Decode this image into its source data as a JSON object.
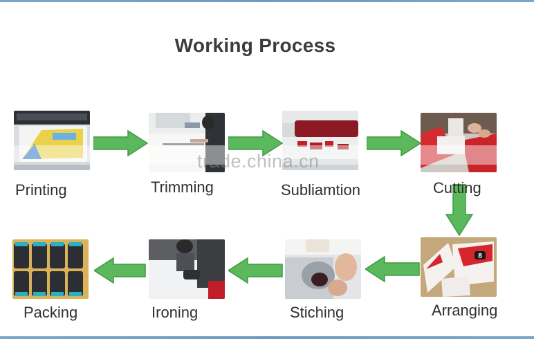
{
  "title": "Working Process",
  "watermark": "trade.china.cn",
  "steps": [
    {
      "label": "Printing"
    },
    {
      "label": "Trimming"
    },
    {
      "label": "Subliamtion"
    },
    {
      "label": "Cutting"
    },
    {
      "label": "Arranging"
    },
    {
      "label": "Stiching"
    },
    {
      "label": "Ironing"
    },
    {
      "label": "Packing"
    }
  ],
  "colors": {
    "arrow": "#5cb85c",
    "arrow_dark": "#3f9b3f",
    "rule": "#6f9bc0",
    "title": "#3b3b3b"
  }
}
